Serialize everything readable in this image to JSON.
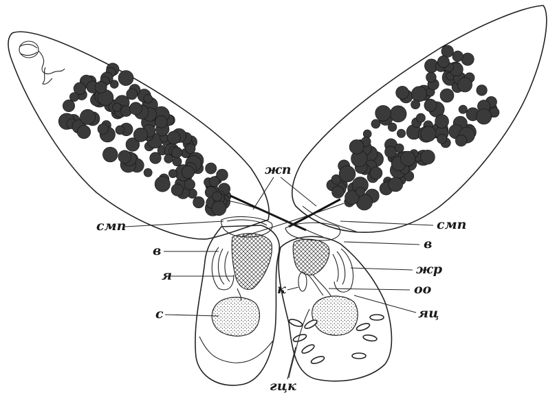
{
  "labels": {
    "zhp": "жп",
    "smp_left": "смп",
    "smp_right": "смп",
    "v_left": "в",
    "v_right": "в",
    "ya": "я",
    "zhr": "жр",
    "k": "к",
    "oo": "оо",
    "s": "с",
    "yats": "яц",
    "gtsk": "гцк"
  },
  "colors": {
    "ink": "#222222",
    "follicle_fill": "#3a3a3a",
    "background": "#ffffff"
  }
}
